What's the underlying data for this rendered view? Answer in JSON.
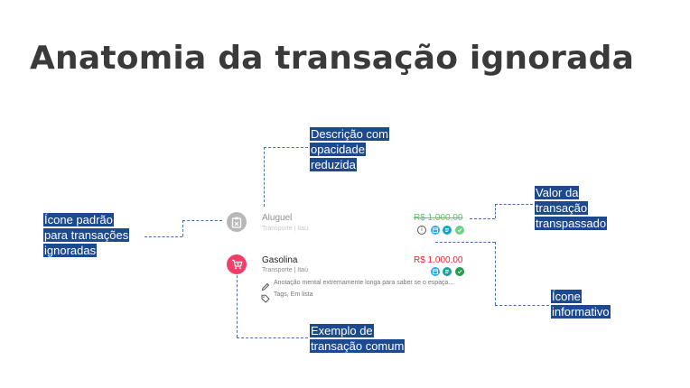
{
  "title": "Anatomia da transação ignorada",
  "callouts": {
    "description": [
      "Descrição com",
      "opacidade",
      "reduzida"
    ],
    "default_icon": [
      "Ícone padrão",
      "para transações",
      "ignoradas"
    ],
    "amount": [
      "Valor da",
      "transação",
      "transpassado"
    ],
    "info_icon": [
      "Ícone",
      "informativo"
    ],
    "example": [
      "Exemplo de",
      "transação comum"
    ]
  },
  "transactions": [
    {
      "name": "Aluguel",
      "subtitle": "Transporte | Itaú",
      "amount": "R$ 1.000,00",
      "ignored": true,
      "icon": "clipboard-x-icon",
      "badges": [
        "info-icon",
        "calendar-icon",
        "document-icon",
        "check-icon"
      ]
    },
    {
      "name": "Gasolina",
      "subtitle": "Transporte | Itaú",
      "amount": "R$ 1.000,00",
      "ignored": false,
      "icon": "cart-icon",
      "note": "Anotação mental extremamente longa para saber se o espaça...",
      "tags": "Tags, Em lista",
      "badges": [
        "calendar-icon",
        "document-icon",
        "check-icon"
      ]
    }
  ],
  "colors": {
    "callout_bg": "#1d4a8f",
    "ignored_icon_bg": "#b8b8b8",
    "common_icon_bg": "#ee3e6a",
    "ignored_amount": "#5ec46a",
    "common_amount": "#e0282e"
  }
}
